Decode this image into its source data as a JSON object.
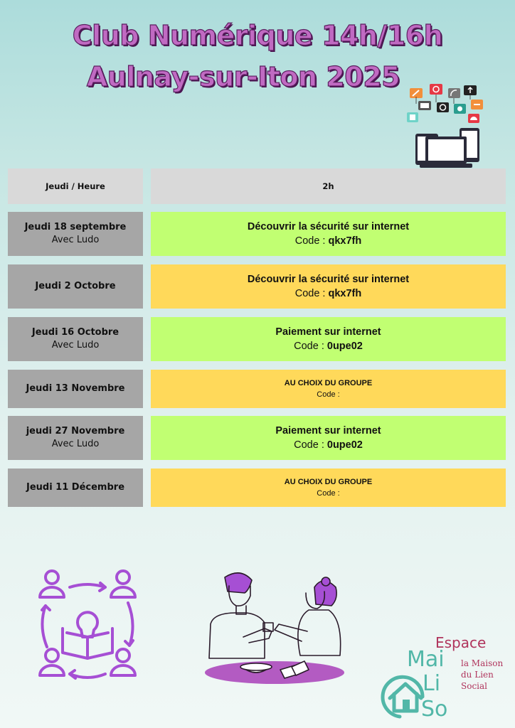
{
  "title": {
    "line1": "Club Numérique 14h/16h",
    "line2": "Aulnay-sur-Iton 2025"
  },
  "table": {
    "header": {
      "date_col": "Jeudi / Heure",
      "slot_col": "2h"
    },
    "code_label": "Code :",
    "rows": [
      {
        "date": "Jeudi 18 septembre",
        "host": "Avec Ludo",
        "activity": "Découvrir la sécurité sur internet",
        "code": "qkx7fh",
        "color": "#c1ff72"
      },
      {
        "date": "Jeudi 2 Octobre",
        "host": "",
        "activity": "Découvrir la sécurité sur internet",
        "code": "qkx7fh",
        "color": "#ffd95a"
      },
      {
        "date": "Jeudi 16 Octobre",
        "host": "Avec Ludo",
        "activity": "Paiement sur internet",
        "code": "0upe02",
        "color": "#c1ff72"
      },
      {
        "date": "Jeudi 13 Novembre",
        "host": "",
        "activity": "AU CHOIX DU GROUPE",
        "code": "",
        "color": "#ffd95a"
      },
      {
        "date": "jeudi 27 Novembre",
        "host": "Avec Ludo",
        "activity": "Paiement sur internet",
        "code": "0upe02",
        "color": "#c1ff72"
      },
      {
        "date": "Jeudi 11 Décembre",
        "host": "",
        "activity": "AU CHOIX DU GROUPE",
        "code": "",
        "color": "#ffd95a"
      }
    ]
  },
  "logo": {
    "espace": "Espace",
    "mai": "Mai",
    "li": "Li",
    "so": "So",
    "tagline1": "la Maison",
    "tagline2": "du Lien",
    "tagline3": "Social"
  },
  "icons": [
    "social-media-icons",
    "devices-icon",
    "group-idea-icon",
    "people-sharing-meal-illustration",
    "house-icon"
  ]
}
